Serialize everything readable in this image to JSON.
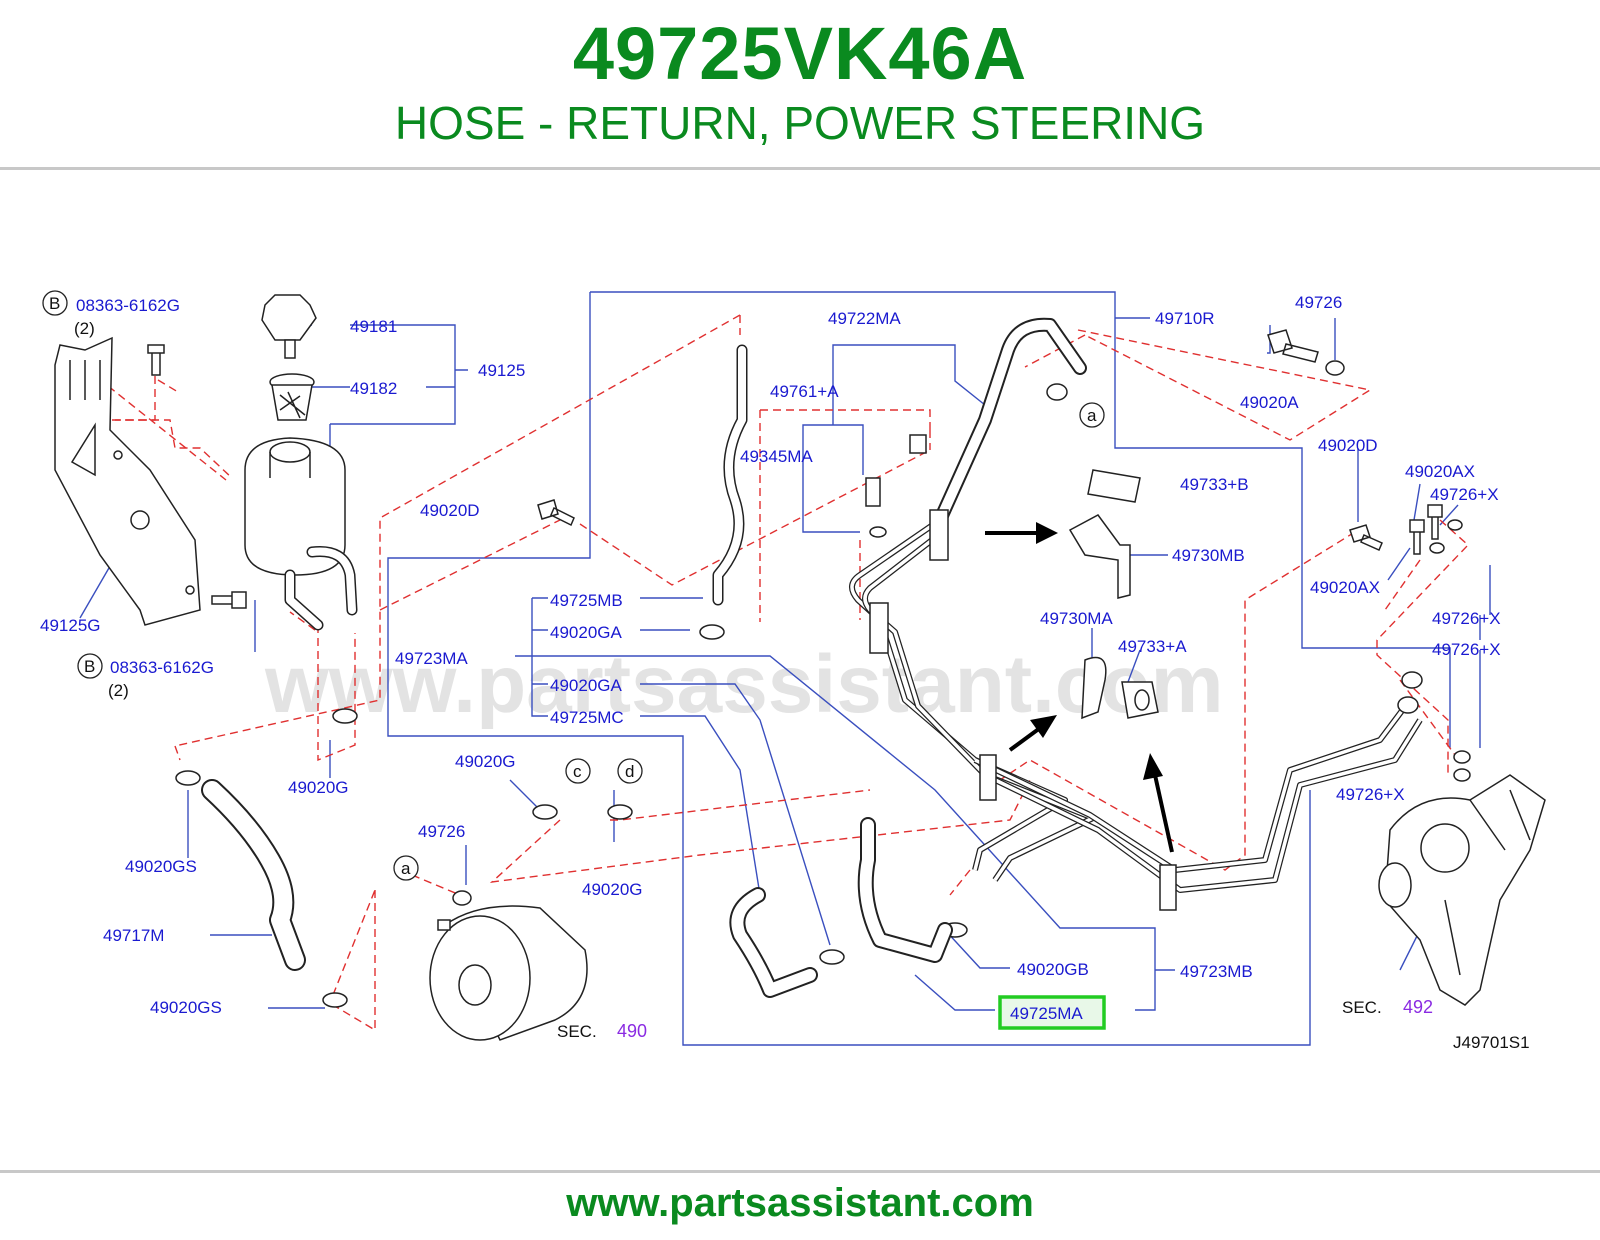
{
  "header": {
    "part_number": "49725VK46A",
    "description": "HOSE - RETURN, POWER STEERING"
  },
  "footer": {
    "url": "www.partsassistant.com"
  },
  "watermark": "www.partsassistant.com",
  "diagram": {
    "drawing_code": "J49701S1",
    "highlight_color": "#22cc22",
    "label_color": "#1a1ad0",
    "leader_dash_color": "#e03030",
    "highlighted_label": "49725MA",
    "labels": [
      "08363-6162G",
      "(2)",
      "49181",
      "49182",
      "49125",
      "49125G",
      "08363-6162G",
      "(2)",
      "49722MA",
      "49710R",
      "49726",
      "49020A",
      "49761+A",
      "49345MA",
      "49020D",
      "49733+B",
      "49730MB",
      "49020D",
      "49020AX",
      "49726+X",
      "49020AX",
      "49725MB",
      "49020GA",
      "49723MA",
      "49020GA",
      "49725MC",
      "49730MA",
      "49733+A",
      "49726+X",
      "49726+X",
      "49726+X",
      "49020G",
      "49020G",
      "49726",
      "49020G",
      "49020GS",
      "49717M",
      "49020GS",
      "49020GB",
      "49723MB",
      "49725MA",
      "SEC.",
      "490",
      "SEC.",
      "492",
      "J49701S1"
    ],
    "ref_letters": [
      "B",
      "B",
      "a",
      "a",
      "c",
      "d"
    ]
  }
}
